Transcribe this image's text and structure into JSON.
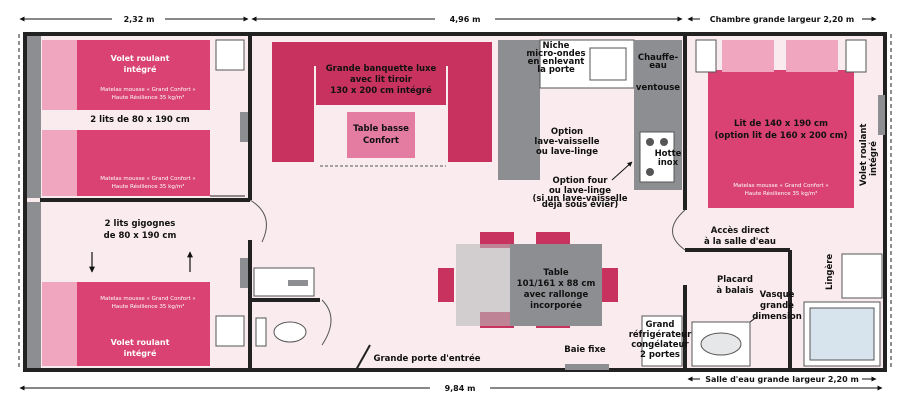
{
  "dimensions": {
    "left_width": "2,32 m",
    "center_width": "4,96 m",
    "total_length": "9,84 m",
    "top_right": "Chambre grande largeur 2,20 m",
    "bottom_right": "Salle d'eau grande largeur 2,20 m"
  },
  "left_bedrooms": {
    "top_shutter": [
      "Volet roulant",
      "intégré"
    ],
    "top_mattress": [
      "Matelas mousse « Grand Confort »",
      "Haute Résilience 35 kg/m³"
    ],
    "top_beds": "2 lits de 80 x 190 cm",
    "mid_mattress": [
      "Matelas mousse « Grand Confort »",
      "Haute Résilience 35 kg/m³"
    ],
    "bunk_beds": [
      "2 lits gigognes",
      "de 80 x 190 cm"
    ],
    "bottom_mattress": [
      "Matelas mousse « Grand Confort »",
      "Haute Résilience 35 kg/m³"
    ],
    "bottom_shutter": [
      "Volet roulant",
      "intégré"
    ]
  },
  "living": {
    "sofa": [
      "Grande banquette luxe",
      "avec lit tiroir",
      "130 x 200 cm intégré"
    ],
    "coffee_table": [
      "Table basse",
      "Confort"
    ],
    "table": [
      "Table",
      "101/161 x 88 cm",
      "avec rallonge",
      "incorporée"
    ],
    "entrance": "Grande porte d'entrée",
    "bay": "Baie fixe"
  },
  "kitchen": {
    "microwave": [
      "Niche",
      "micro-ondes",
      "en enlevant",
      "la porte"
    ],
    "hot_water": [
      "Chauffe-",
      "eau"
    ],
    "vent": "ventouse",
    "dishwasher": [
      "Option",
      "lave-vaisselle",
      "ou lave-linge"
    ],
    "hood": [
      "Hotte",
      "inox"
    ],
    "oven": [
      "Option four",
      "ou lave-linge"
    ],
    "oven_note": [
      "(si un lave-vaisselle",
      "déjà sous évier)"
    ],
    "fridge": [
      "Grand",
      "réfrigérateur",
      "congélateur",
      "2 portes"
    ]
  },
  "master": {
    "bed": [
      "Lit de 140 x 190 cm",
      "(option lit de 160 x 200 cm)"
    ],
    "mattress": [
      "Matelas mousse « Grand Confort »",
      "Haute Résilience 35 kg/m³"
    ],
    "shutter": [
      "Volet roulant",
      "intégré"
    ]
  },
  "bathroom": {
    "access": [
      "Accès direct",
      "à la salle d'eau"
    ],
    "closet": [
      "Placard",
      "à balais"
    ],
    "basin": [
      "Vasque",
      "grande",
      "dimension"
    ],
    "linen": "Lingère"
  },
  "colors": {
    "bed_pink": "#d94273",
    "sofa_pink": "#c8325e",
    "light_pink": "#f0a6bf",
    "floor": "#f9ebee",
    "grey": "#8d8e91",
    "wall": "#222222"
  }
}
